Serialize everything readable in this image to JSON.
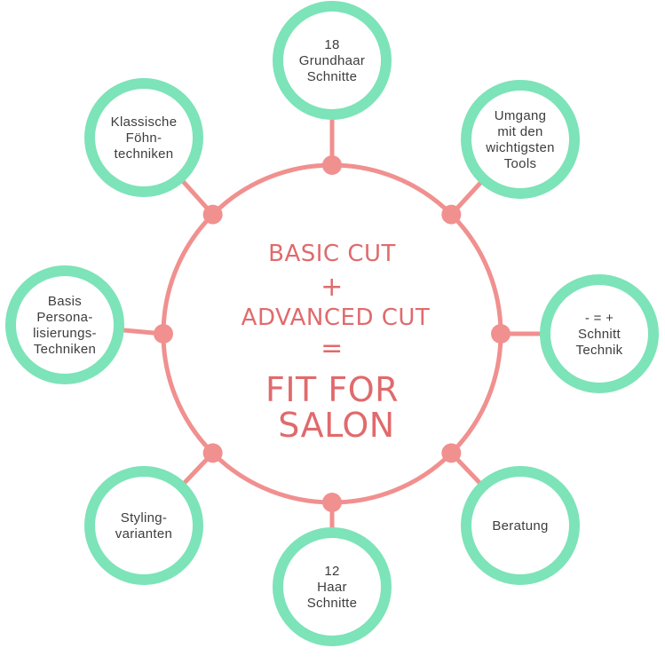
{
  "colors": {
    "ring": "#f0908f",
    "satellite": "#7de3b8",
    "center_text": "#e06a6c",
    "satellite_text": "#3d3d3d"
  },
  "center": {
    "line1": "BASIC CUT",
    "line2": "+",
    "line3": "ADVANCED CUT",
    "line4": "=",
    "line5": "FIT FOR",
    "line6": "SALON"
  },
  "satellites": [
    {
      "id": "grundhaar",
      "lines": [
        "18",
        "Grundhaar",
        "Schnitte"
      ]
    },
    {
      "id": "umgang",
      "lines": [
        "Umgang",
        "mit den",
        "wichtigsten",
        "Tools"
      ]
    },
    {
      "id": "schnitt-technik",
      "lines": [
        "- = +",
        "Schnitt",
        "Technik"
      ]
    },
    {
      "id": "beratung",
      "lines": [
        "Beratung"
      ]
    },
    {
      "id": "haar-schnitte",
      "lines": [
        "12",
        "Haar",
        "Schnitte"
      ]
    },
    {
      "id": "styling",
      "lines": [
        "Styling-",
        "varianten"
      ]
    },
    {
      "id": "basis",
      "lines": [
        "Basis",
        "Persona-",
        "lisierungs-",
        "Techniken"
      ]
    },
    {
      "id": "foehn",
      "lines": [
        "Klassische",
        "Föhn-",
        "techniken"
      ]
    }
  ]
}
